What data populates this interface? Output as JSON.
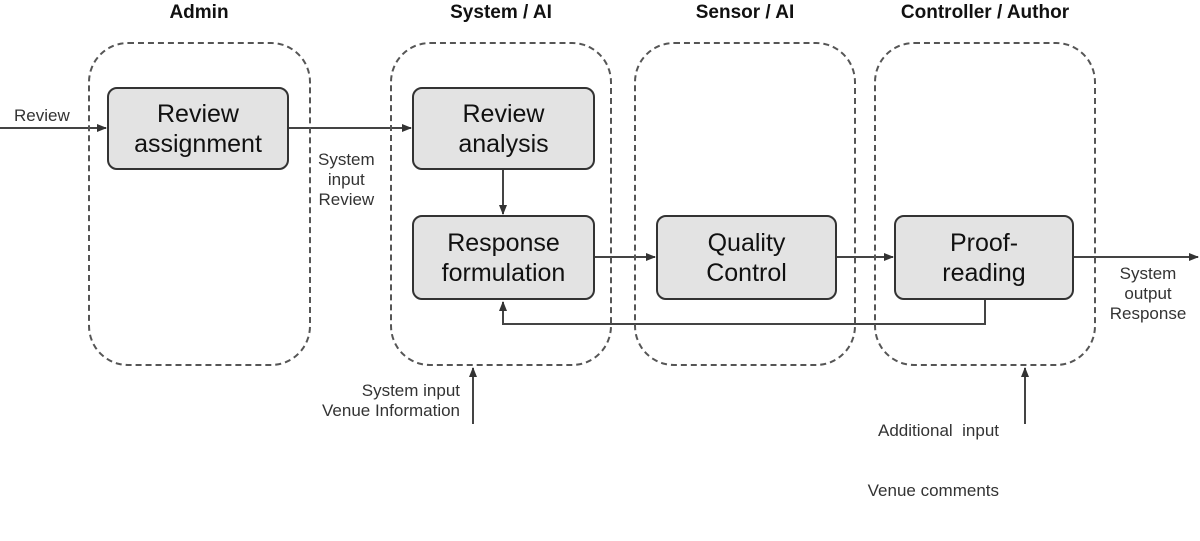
{
  "lanes": {
    "admin": "Admin",
    "system": "System / AI",
    "sensor": "Sensor / AI",
    "controller": "Controller / Author"
  },
  "processes": {
    "review_assignment": [
      "Review",
      "assignment"
    ],
    "review_analysis": [
      "Review",
      "analysis"
    ],
    "response_formulation": [
      "Response",
      "formulation"
    ],
    "quality_control": [
      "Quality",
      "Control"
    ],
    "proofreading": [
      "Proof-",
      "reading"
    ]
  },
  "labels": {
    "review_in": "Review",
    "system_input_review": [
      "System",
      "input",
      "Review"
    ],
    "system_input_venue": [
      "System input",
      "Venue Information"
    ],
    "additional_input": [
      "Additional  input",
      "Venue comments"
    ],
    "system_output": [
      "System",
      "output",
      "Response"
    ]
  }
}
